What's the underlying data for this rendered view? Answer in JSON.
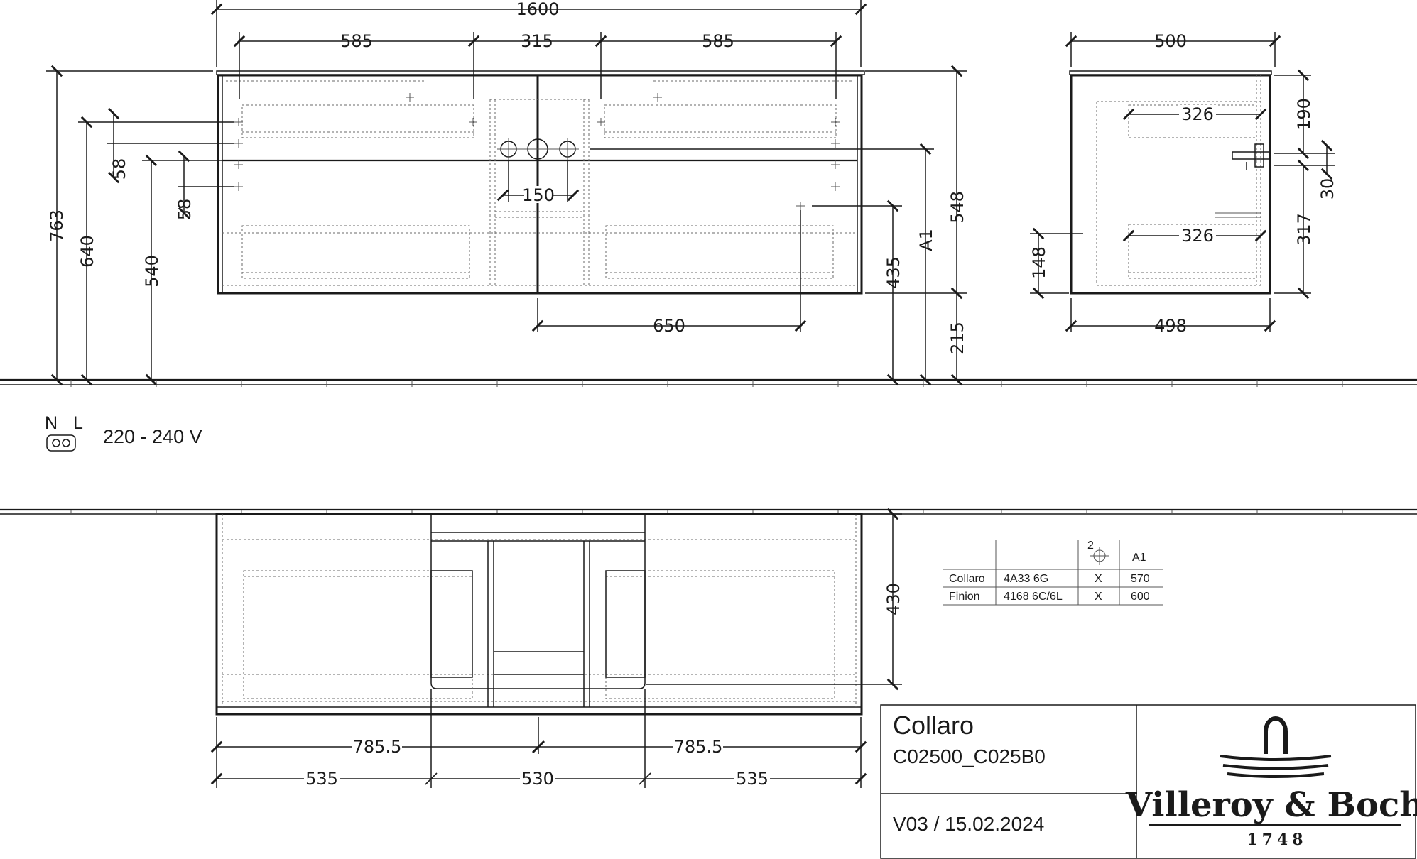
{
  "front_view": {
    "width_total": "1600",
    "drawer_width_left": "585",
    "center_gap": "315",
    "drawer_width_right": "585",
    "height_763": "763",
    "height_640": "640",
    "height_540": "540",
    "offset_58_a": "58",
    "offset_58_b": "58",
    "tap_spacing": "150",
    "drain_offset": "650",
    "height_435": "435",
    "height_a1": "A1",
    "height_548": "548",
    "height_215": "215"
  },
  "side_view": {
    "depth_top": "500",
    "inner_326_top": "326",
    "inner_326_bottom": "326",
    "height_190": "190",
    "height_30": "30",
    "height_317": "317",
    "height_148": "148",
    "depth_bottom": "498"
  },
  "electrical": {
    "n_label": "N",
    "l_label": "L",
    "voltage": "220 - 240 V"
  },
  "top_view": {
    "depth_430": "430",
    "half_left": "785.5",
    "half_right": "785.5",
    "seg_left": "535",
    "seg_center": "530",
    "seg_right": "535"
  },
  "table": {
    "header_icon_label": "2",
    "header_a1": "A1",
    "rows": [
      {
        "name": "Collaro",
        "code": "4A33 6G",
        "mark": "X",
        "a1": "570"
      },
      {
        "name": "Finion",
        "code": "4168 6C/6L",
        "mark": "X",
        "a1": "600"
      }
    ]
  },
  "title_block": {
    "product": "Collaro",
    "article": "C02500_C025B0",
    "version": "V03 / 15.02.2024",
    "brand": "Villeroy & Boch",
    "year": "1748"
  }
}
